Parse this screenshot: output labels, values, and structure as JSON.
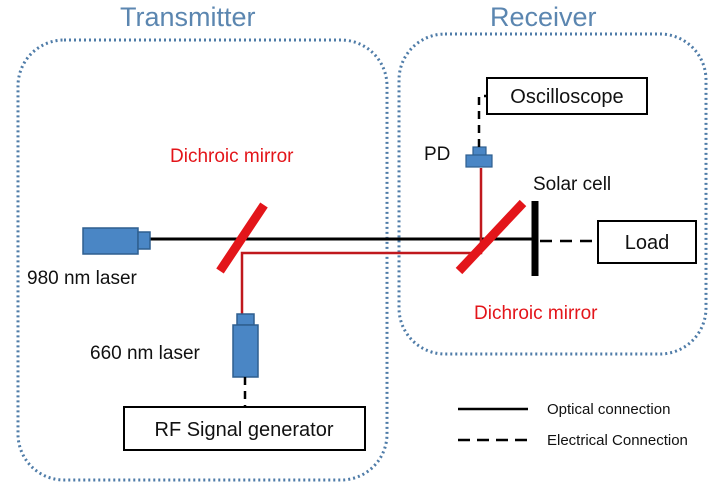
{
  "sections": {
    "transmitter": "Transmitter",
    "receiver": "Receiver"
  },
  "labels": {
    "dichroic_mirror_tx": "Dichroic mirror",
    "dichroic_mirror_rx": "Dichroic mirror",
    "laser_980": "980 nm laser",
    "laser_660": "660 nm laser",
    "pd": "PD",
    "solar_cell": "Solar cell"
  },
  "boxes": {
    "oscilloscope": "Oscilloscope",
    "load": "Load",
    "rf_generator": "RF Signal generator"
  },
  "legend": {
    "optical": "Optical connection",
    "electrical": "Electrical Connection"
  },
  "colors": {
    "section_border": "#4f7ca8",
    "section_title": "#5b86b0",
    "laser_body": "#4a86c5",
    "mirror": "#e3151a",
    "beam_660": "#c0181d",
    "beam_980": "#000000"
  }
}
